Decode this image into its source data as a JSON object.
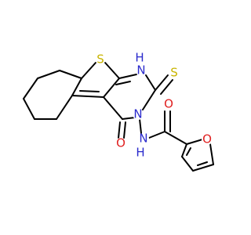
{
  "molecule": {
    "colors": {
      "bond": "#000000",
      "sulfur": "#c8b400",
      "nitrogen": "#2a2acc",
      "oxygen": "#e02020",
      "background": "#ffffff"
    },
    "atom_labels": {
      "ring_sulfur": "S",
      "nh_ring": "H",
      "nh_ring_n": "N",
      "thione_s": "S",
      "ring_n3": "N",
      "carbonyl_o_ring": "O",
      "amide_n": "N",
      "amide_h": "H",
      "amide_o": "O",
      "furan_o": "O"
    }
  }
}
